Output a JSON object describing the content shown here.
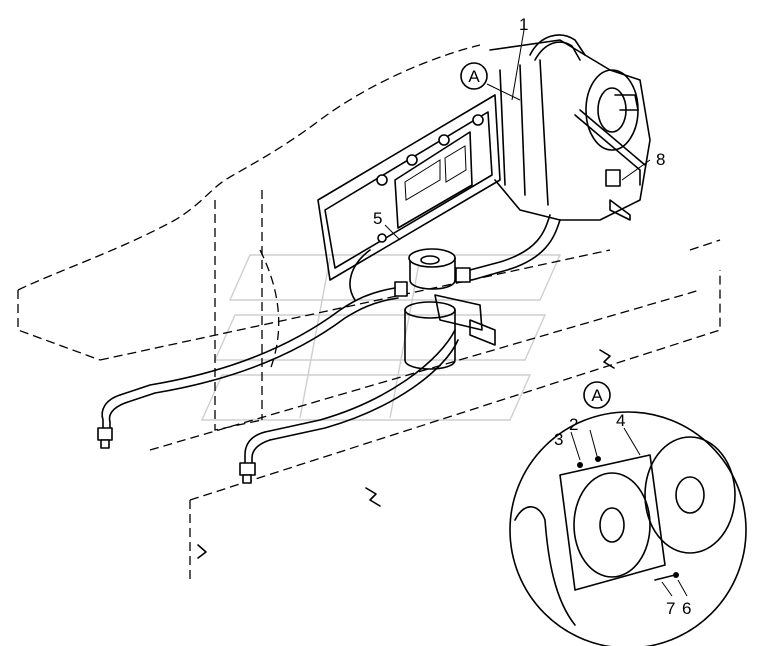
{
  "callouts": {
    "c1": "1",
    "c2": "2",
    "c3": "3",
    "c4": "4",
    "c5": "5",
    "c6": "6",
    "c7": "7",
    "c8": "8"
  },
  "detail_labels": {
    "main_view": "A",
    "detail_view": "A"
  }
}
